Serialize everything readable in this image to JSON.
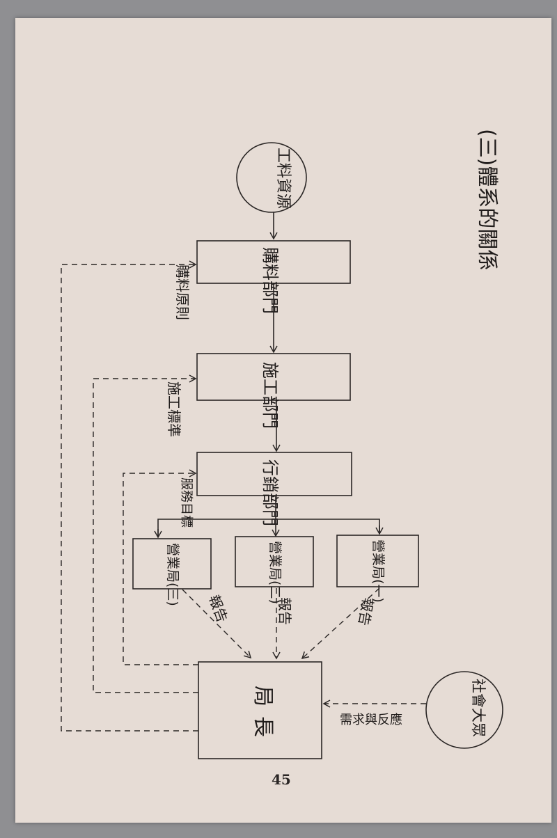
{
  "title": "(三)體系的關係",
  "nodes": {
    "materials_source": "工料資源",
    "purchasing": "購料部門",
    "construction": "施工部門",
    "marketing": "行銷部門",
    "office1": "營業局(一)",
    "office2": "營業局(二)",
    "office3": "營業局(三)",
    "director": "局長",
    "public": "社會大眾"
  },
  "edge_labels": {
    "purchasing_principle": "購料原則",
    "construction_standard": "施工標準",
    "service_goal": "服務目標",
    "report1": "報告",
    "report2": "報告",
    "report3": "報告",
    "demand_response": "需求與反應"
  },
  "page_number": "45"
}
